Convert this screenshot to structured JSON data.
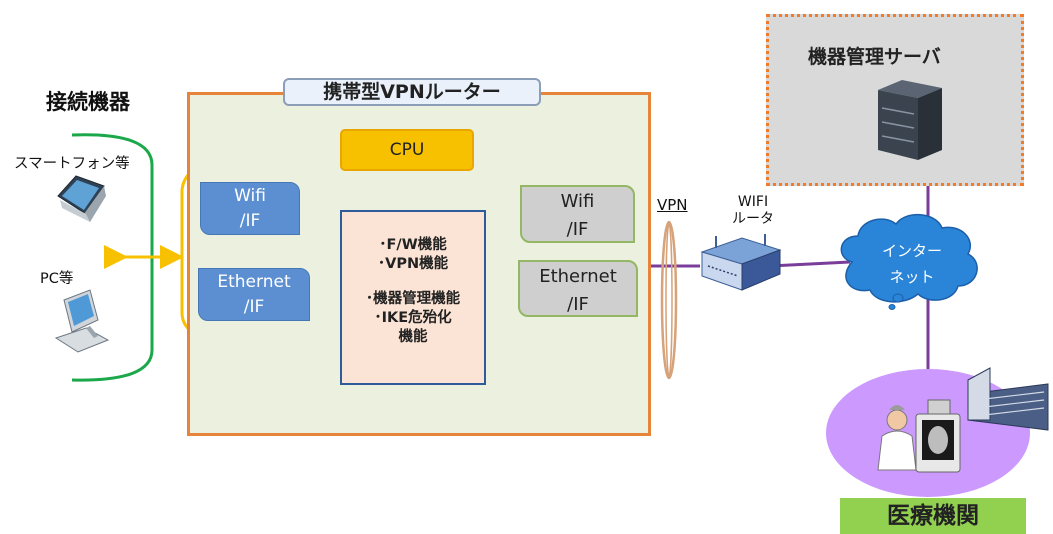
{
  "router": {
    "title": "携帯型VPNルーター",
    "cpu": "CPU",
    "functions": [
      "･F/W機能",
      "･VPN機能",
      "･機器管理機能",
      "･IKE危殆化",
      "機能"
    ],
    "left_interfaces": {
      "wifi": [
        "Wifi",
        "/IF"
      ],
      "ethernet": [
        "Ethernet",
        "/IF"
      ]
    },
    "right_interfaces": {
      "wifi": [
        "Wifi",
        "/IF"
      ],
      "ethernet": [
        "Ethernet",
        "/IF"
      ]
    }
  },
  "devices": {
    "title": "接続機器",
    "smartphone": "スマートフォン等",
    "pc": "PC等"
  },
  "vpn_label": "VPN",
  "wifi_router": [
    "WIFI",
    "ルータ"
  ],
  "server": {
    "title": "機器管理サーバ"
  },
  "internet": [
    "インター",
    "ネット"
  ],
  "hospital": "医療機関",
  "colors": {
    "router_fill": "#ebf1de",
    "router_border": "#e6853a",
    "cpu": "#f7c100",
    "function_fill": "#fbe4d5",
    "if_blue": "#5b8fd1",
    "if_gray": "#cfcfcf",
    "server_border": "#f07c2a",
    "cloud": "#1f7fd6",
    "hospital_area": "#cc99ff",
    "hospital_label": "#92d050",
    "network_line": "#7a3d9a"
  }
}
